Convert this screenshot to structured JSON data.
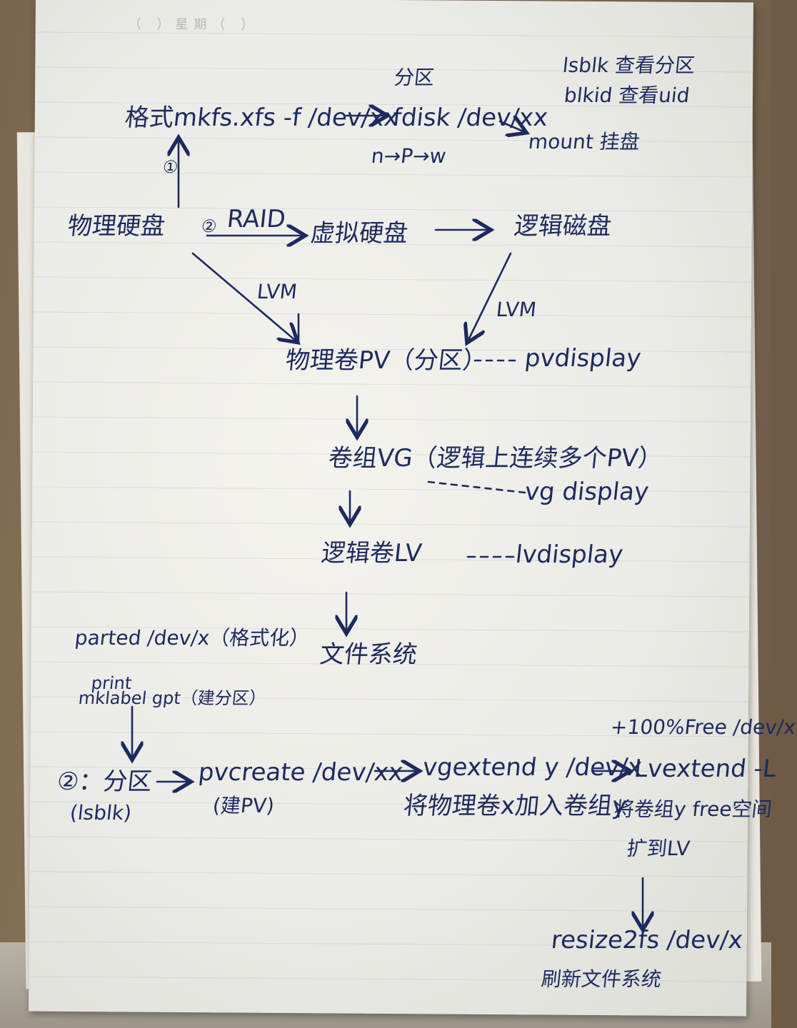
{
  "page": {
    "top_header": "（  ）星期（  ）"
  },
  "notes": {
    "legend_lsblk": "lsblk 查看分区",
    "legend_blkid": "blkid 查看uid",
    "partition_label": "分区",
    "format_cmd": "格式mkfs.xfs -f /dev/xx",
    "circle_1": "①",
    "fdisk_cmd": "fdisk /dev/xx",
    "fdisk_keys": "n→P→w",
    "mount_label": "mount 挂盘",
    "physical_disk": "物理硬盘",
    "circle_2": "②",
    "raid": "RAID",
    "virtual_disk": "虚拟硬盘",
    "logical_disk": "逻辑磁盘",
    "lvm_left": "LVM",
    "lvm_right": "LVM",
    "pv": "物理卷PV（分区）",
    "pvdisplay": "pvdisplay",
    "vg": "卷组VG（逻辑上连续多个PV）",
    "vgdisplay": "vg display",
    "lv": "逻辑卷LV",
    "lvdisplay": "lvdisplay",
    "filesystem": "文件系统",
    "parted_cmd": "parted /dev/x（格式化）",
    "print_cmd": "print",
    "mklabel_cmd": "mklabel gpt（建分区）",
    "step_partition": "②：分区",
    "lsblk_paren": "(lsblk)",
    "pvcreate_cmd": "pvcreate /dev/xx",
    "pvcreate_note": "(建PV)",
    "vgextend_cmd": "vgextend y /dev/x",
    "vgextend_note": "将物理卷x加入卷组y",
    "free_label": "+100%Free /dev/x",
    "lvextend_cmd": "Lvextend -L",
    "lvextend_note1": "将卷组y free空间",
    "lvextend_note2": "扩到LV",
    "resize_cmd": "resize2fs /dev/x",
    "resize_note": "刷新文件系统"
  },
  "colors": {
    "ink": "#1e2a5e",
    "paper": "#efeeea"
  }
}
